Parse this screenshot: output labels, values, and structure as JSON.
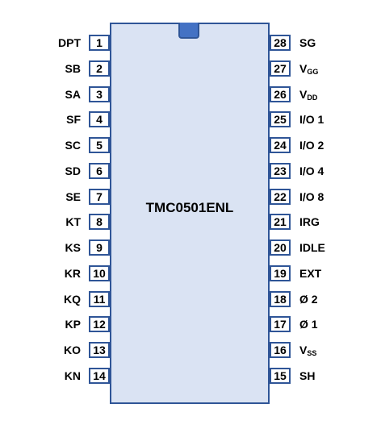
{
  "chip": {
    "label": "TMC0501ENL"
  },
  "left_pins": [
    {
      "num": "1",
      "name": "DPT"
    },
    {
      "num": "2",
      "name": "SB"
    },
    {
      "num": "3",
      "name": "SA"
    },
    {
      "num": "4",
      "name": "SF"
    },
    {
      "num": "5",
      "name": "SC"
    },
    {
      "num": "6",
      "name": "SD"
    },
    {
      "num": "7",
      "name": "SE"
    },
    {
      "num": "8",
      "name": "KT"
    },
    {
      "num": "9",
      "name": "KS"
    },
    {
      "num": "10",
      "name": "KR"
    },
    {
      "num": "11",
      "name": "KQ"
    },
    {
      "num": "12",
      "name": "KP"
    },
    {
      "num": "13",
      "name": "KO"
    },
    {
      "num": "14",
      "name": "KN"
    }
  ],
  "right_pins": [
    {
      "num": "28",
      "name": "SG"
    },
    {
      "num": "27",
      "name": "V",
      "sub": "GG"
    },
    {
      "num": "26",
      "name": "V",
      "sub": "DD"
    },
    {
      "num": "25",
      "name": "I/O 1"
    },
    {
      "num": "24",
      "name": "I/O 2"
    },
    {
      "num": "23",
      "name": "I/O 4"
    },
    {
      "num": "22",
      "name": "I/O 8"
    },
    {
      "num": "21",
      "name": "IRG"
    },
    {
      "num": "20",
      "name": "IDLE"
    },
    {
      "num": "19",
      "name": "EXT"
    },
    {
      "num": "18",
      "name": "Ø 2"
    },
    {
      "num": "17",
      "name": "Ø 1"
    },
    {
      "num": "16",
      "name": "V",
      "sub": "SS"
    },
    {
      "num": "15",
      "name": "SH"
    }
  ],
  "colors": {
    "body_fill": "#dae3f3",
    "outline": "#2f5597",
    "notch": "#4472c4"
  }
}
